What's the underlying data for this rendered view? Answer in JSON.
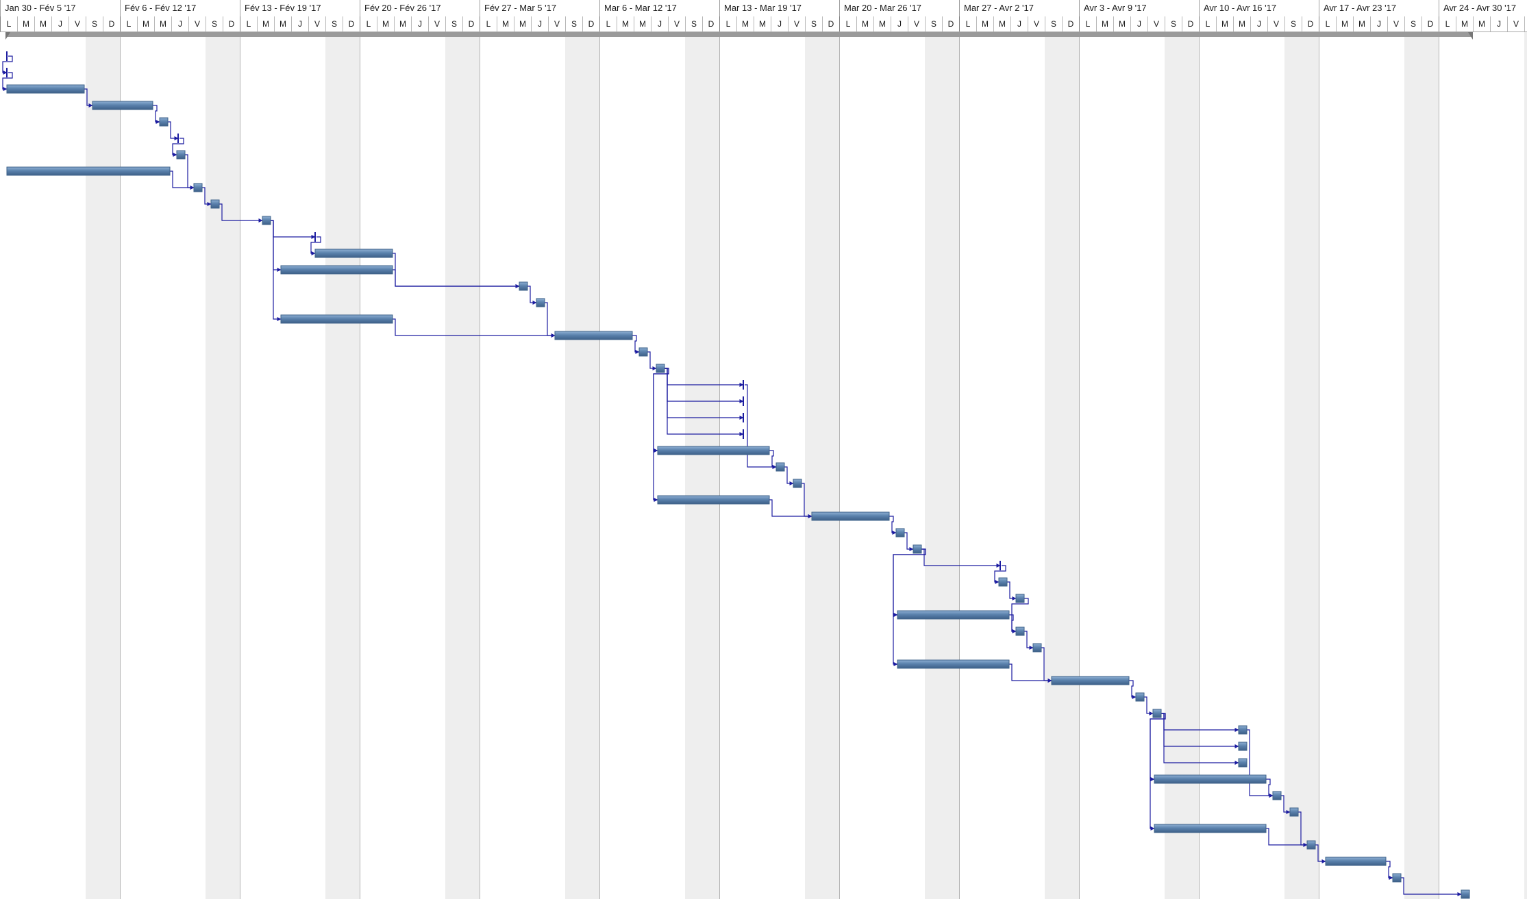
{
  "colors": {
    "bar": "#5b82ad",
    "bar_dark": "#3e6189",
    "link": "#1c1ca0",
    "weekend": "#eeeeee",
    "summary": "#9a9a9a"
  },
  "timescale": {
    "weeks": [
      "Jan 30 - Fév 5 '17",
      "Fév 6 - Fév 12 '17",
      "Fév 13 - Fév 19 '17",
      "Fév 20 - Fév 26 '17",
      "Fév 27 - Mar 5 '17",
      "Mar 6 - Mar 12 '17",
      "Mar 13 - Mar 19 '17",
      "Mar 20 - Mar 26 '17",
      "Mar 27 - Avr 2 '17",
      "Avr 3 - Avr 9 '17",
      "Avr 10 - Avr 16 '17",
      "Avr 17 - Avr 23 '17",
      "Avr 24 - Avr 30 '17"
    ],
    "day_letters": [
      "L",
      "M",
      "M",
      "J",
      "V",
      "S",
      "D"
    ]
  },
  "chart_data": {
    "type": "gantt",
    "project_start": "2017-01-30",
    "project_end": "2017-04-25",
    "tasks": [
      {
        "id": 1,
        "start": "2017-01-30",
        "end": "2017-01-30",
        "milestone": true
      },
      {
        "id": 2,
        "start": "2017-01-30",
        "end": "2017-01-30",
        "milestone": true
      },
      {
        "id": 3,
        "start": "2017-01-30",
        "end": "2017-02-03"
      },
      {
        "id": 4,
        "start": "2017-02-04",
        "end": "2017-02-07"
      },
      {
        "id": 5,
        "start": "2017-02-08",
        "end": "2017-02-08"
      },
      {
        "id": 6,
        "start": "2017-02-09",
        "end": "2017-02-09",
        "milestone": true
      },
      {
        "id": 7,
        "start": "2017-02-09",
        "end": "2017-02-09"
      },
      {
        "id": 8,
        "start": "2017-01-30",
        "end": "2017-02-08"
      },
      {
        "id": 9,
        "start": "2017-02-10",
        "end": "2017-02-10"
      },
      {
        "id": 10,
        "start": "2017-02-11",
        "end": "2017-02-11"
      },
      {
        "id": 11,
        "start": "2017-02-14",
        "end": "2017-02-14"
      },
      {
        "id": 12,
        "start": "2017-02-17",
        "end": "2017-02-17",
        "milestone": true
      },
      {
        "id": 13,
        "start": "2017-02-17",
        "end": "2017-02-21"
      },
      {
        "id": 14,
        "start": "2017-02-15",
        "end": "2017-02-21"
      },
      {
        "id": 15,
        "start": "2017-03-01",
        "end": "2017-03-01"
      },
      {
        "id": 16,
        "start": "2017-03-02",
        "end": "2017-03-02"
      },
      {
        "id": 17,
        "start": "2017-02-15",
        "end": "2017-02-21"
      },
      {
        "id": 18,
        "start": "2017-03-03",
        "end": "2017-03-07"
      },
      {
        "id": 19,
        "start": "2017-03-08",
        "end": "2017-03-08"
      },
      {
        "id": 20,
        "start": "2017-03-09",
        "end": "2017-03-09"
      },
      {
        "id": 21,
        "start": "2017-03-14",
        "end": "2017-03-14",
        "milestone": true
      },
      {
        "id": 22,
        "start": "2017-03-14",
        "end": "2017-03-14",
        "milestone": true
      },
      {
        "id": 23,
        "start": "2017-03-14",
        "end": "2017-03-14",
        "milestone": true
      },
      {
        "id": 24,
        "start": "2017-03-14",
        "end": "2017-03-14",
        "milestone": true
      },
      {
        "id": 25,
        "start": "2017-03-09",
        "end": "2017-03-15"
      },
      {
        "id": 26,
        "start": "2017-03-16",
        "end": "2017-03-16"
      },
      {
        "id": 27,
        "start": "2017-03-17",
        "end": "2017-03-17"
      },
      {
        "id": 28,
        "start": "2017-03-09",
        "end": "2017-03-15"
      },
      {
        "id": 29,
        "start": "2017-03-18",
        "end": "2017-03-22"
      },
      {
        "id": 30,
        "start": "2017-03-23",
        "end": "2017-03-23"
      },
      {
        "id": 31,
        "start": "2017-03-24",
        "end": "2017-03-24"
      },
      {
        "id": 32,
        "start": "2017-03-29",
        "end": "2017-03-29",
        "milestone": true
      },
      {
        "id": 33,
        "start": "2017-03-29",
        "end": "2017-03-29"
      },
      {
        "id": 34,
        "start": "2017-03-30",
        "end": "2017-03-30"
      },
      {
        "id": 35,
        "start": "2017-03-23",
        "end": "2017-03-29"
      },
      {
        "id": 36,
        "start": "2017-03-30",
        "end": "2017-03-30"
      },
      {
        "id": 37,
        "start": "2017-03-31",
        "end": "2017-03-31"
      },
      {
        "id": 38,
        "start": "2017-03-23",
        "end": "2017-03-29"
      },
      {
        "id": 39,
        "start": "2017-04-01",
        "end": "2017-04-05"
      },
      {
        "id": 40,
        "start": "2017-04-06",
        "end": "2017-04-06"
      },
      {
        "id": 41,
        "start": "2017-04-07",
        "end": "2017-04-07"
      },
      {
        "id": 42,
        "start": "2017-04-12",
        "end": "2017-04-12"
      },
      {
        "id": 43,
        "start": "2017-04-12",
        "end": "2017-04-12"
      },
      {
        "id": 44,
        "start": "2017-04-12",
        "end": "2017-04-12"
      },
      {
        "id": 45,
        "start": "2017-04-07",
        "end": "2017-04-13"
      },
      {
        "id": 46,
        "start": "2017-04-14",
        "end": "2017-04-14"
      },
      {
        "id": 47,
        "start": "2017-04-15",
        "end": "2017-04-15"
      },
      {
        "id": 48,
        "start": "2017-04-07",
        "end": "2017-04-13"
      },
      {
        "id": 49,
        "start": "2017-04-16",
        "end": "2017-04-16"
      },
      {
        "id": 50,
        "start": "2017-04-17",
        "end": "2017-04-20"
      },
      {
        "id": 51,
        "start": "2017-04-21",
        "end": "2017-04-21"
      },
      {
        "id": 52,
        "start": "2017-04-25",
        "end": "2017-04-25"
      }
    ],
    "links": [
      [
        1,
        2
      ],
      [
        2,
        3
      ],
      [
        3,
        4
      ],
      [
        4,
        5
      ],
      [
        5,
        6
      ],
      [
        6,
        7
      ],
      [
        7,
        9
      ],
      [
        8,
        9
      ],
      [
        9,
        10
      ],
      [
        10,
        11
      ],
      [
        11,
        12
      ],
      [
        11,
        14
      ],
      [
        11,
        17
      ],
      [
        12,
        13
      ],
      [
        14,
        15
      ],
      [
        13,
        15
      ],
      [
        15,
        16
      ],
      [
        16,
        18
      ],
      [
        17,
        18
      ],
      [
        18,
        19
      ],
      [
        19,
        20
      ],
      [
        20,
        21
      ],
      [
        20,
        22
      ],
      [
        20,
        23
      ],
      [
        20,
        24
      ],
      [
        20,
        25
      ],
      [
        20,
        28
      ],
      [
        25,
        26
      ],
      [
        21,
        26
      ],
      [
        26,
        27
      ],
      [
        27,
        29
      ],
      [
        28,
        29
      ],
      [
        29,
        30
      ],
      [
        30,
        31
      ],
      [
        31,
        32
      ],
      [
        31,
        35
      ],
      [
        31,
        38
      ],
      [
        32,
        33
      ],
      [
        33,
        34
      ],
      [
        35,
        36
      ],
      [
        34,
        36
      ],
      [
        36,
        37
      ],
      [
        37,
        39
      ],
      [
        38,
        39
      ],
      [
        39,
        40
      ],
      [
        40,
        41
      ],
      [
        41,
        42
      ],
      [
        41,
        43
      ],
      [
        41,
        44
      ],
      [
        41,
        45
      ],
      [
        41,
        48
      ],
      [
        45,
        46
      ],
      [
        42,
        46
      ],
      [
        46,
        47
      ],
      [
        47,
        49
      ],
      [
        48,
        49
      ],
      [
        49,
        50
      ],
      [
        50,
        51
      ],
      [
        51,
        52
      ]
    ]
  }
}
